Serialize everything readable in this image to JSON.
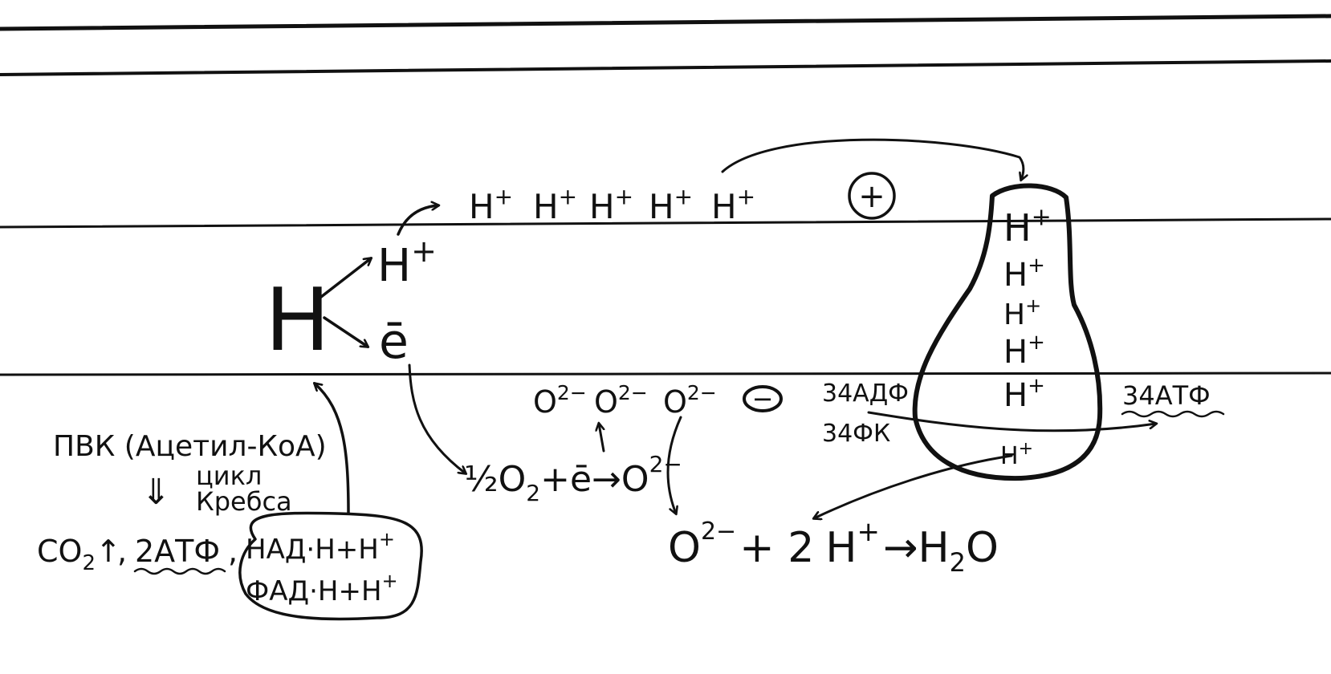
{
  "colors": {
    "ink": "#111111",
    "paper": "#ffffff"
  },
  "h_split": {
    "atom": "H",
    "proton_base": "H",
    "proton_charge": "+",
    "electron": "ē"
  },
  "intermembrane_space": {
    "protons": [
      {
        "base": "H",
        "charge": "+"
      },
      {
        "base": "H",
        "charge": "+"
      },
      {
        "base": "H",
        "charge": "+"
      },
      {
        "base": "H",
        "charge": "+"
      },
      {
        "base": "H",
        "charge": "+"
      }
    ],
    "charge_symbol": "+"
  },
  "matrix": {
    "oxygen_ions": [
      {
        "base": "O",
        "charge": "2−"
      },
      {
        "base": "O",
        "charge": "2−"
      },
      {
        "base": "O",
        "charge": "2−"
      }
    ],
    "charge_symbol": "−",
    "oxygen_reaction": {
      "lhs": "½O",
      "lhs_sub": "2",
      "plus_e": "+ē",
      "arrow": "→",
      "product": "O",
      "product_charge": "2−"
    },
    "water_reaction": {
      "o": "O",
      "o_charge": "2−",
      "plus": "+ 2",
      "h": "H",
      "h_charge": "+",
      "arrow": "→",
      "h2": "H",
      "h2_sub": "2",
      "o2": "O"
    }
  },
  "krebs": {
    "substrate": "ПВК (Ацетил-КоА)",
    "arrow": "⇓",
    "cycle_line1": "цикл",
    "cycle_line2": "Кребса",
    "co2": "CO",
    "co2_sub": "2",
    "co2_arrow": "↑",
    "atp": "2АТФ",
    "nadh": "НАД·Н+Н",
    "nadh_sup": "+",
    "fadh": "ФАД·Н+Н",
    "fadh_sup": "+"
  },
  "atp_synthase": {
    "channel_protons": [
      {
        "base": "H",
        "charge": "+"
      },
      {
        "base": "H",
        "charge": "+"
      },
      {
        "base": "H",
        "charge": "+"
      },
      {
        "base": "H",
        "charge": "+"
      },
      {
        "base": "H",
        "charge": "+"
      }
    ],
    "exit_proton": "H",
    "exit_proton_charge": "+",
    "adp": "34АДФ",
    "phosphate": "34ФК",
    "atp_out": "34АТФ"
  }
}
